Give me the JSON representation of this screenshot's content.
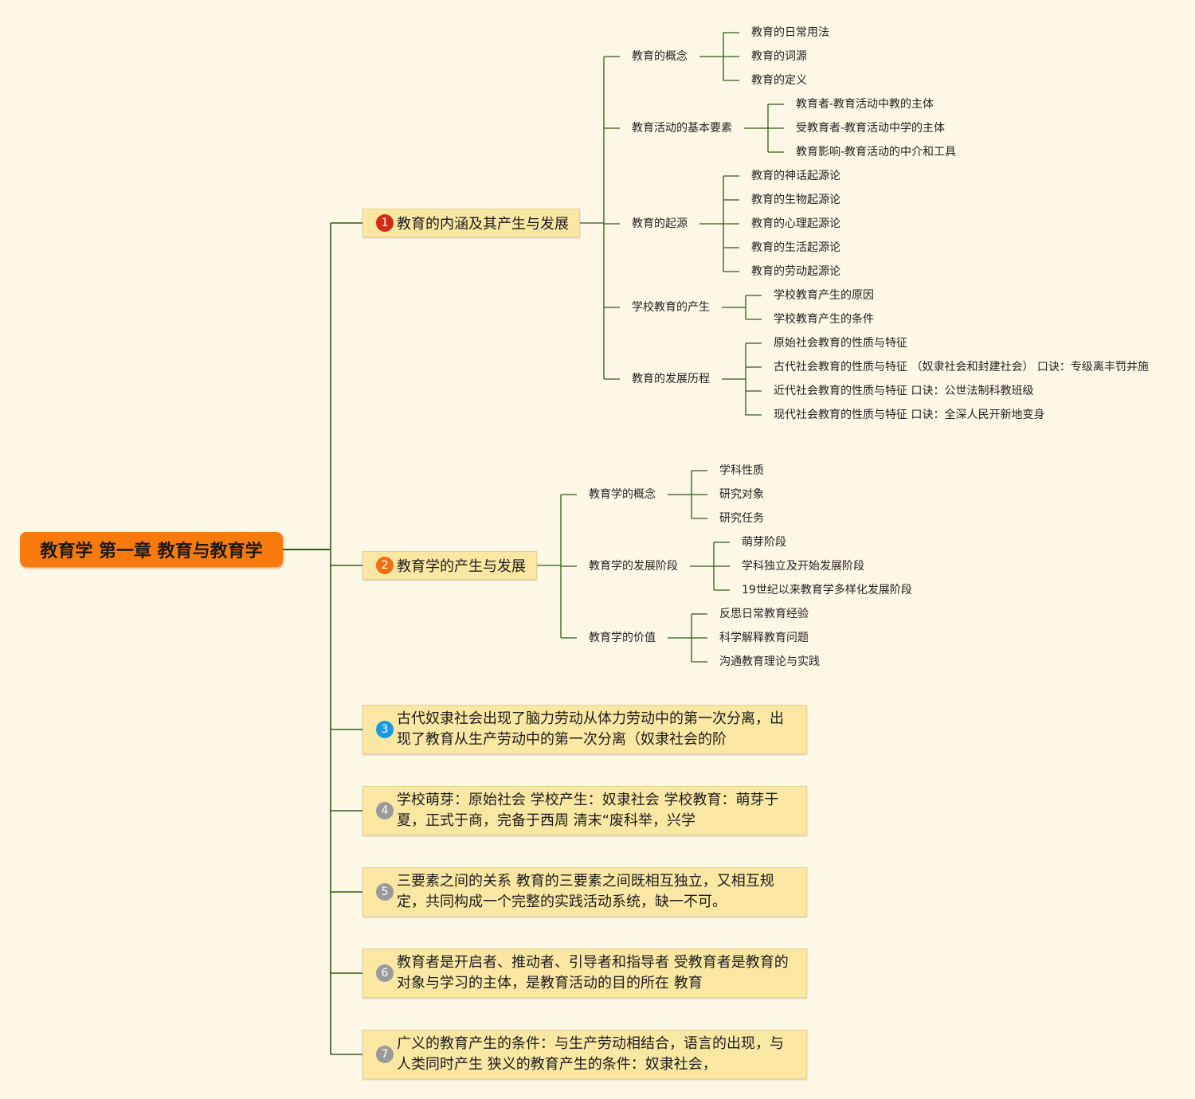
{
  "root": {
    "label": "教育学 第一章 教育与教育学"
  },
  "badge_colors": {
    "1": "#d42a16",
    "2": "#ef6f12",
    "3": "#1a9be0",
    "4": "#9a9a9a",
    "5": "#9a9a9a",
    "6": "#9a9a9a",
    "7": "#9a9a9a"
  },
  "line_color": "#2e5c12",
  "branches": [
    {
      "num": "1",
      "label": "教育的内涵及其产生与发展",
      "children": [
        {
          "label": "教育的概念",
          "children": [
            "教育的日常用法",
            "教育的词源",
            "教育的定义"
          ]
        },
        {
          "label": "教育活动的基本要素",
          "children": [
            "教育者-教育活动中教的主体",
            "受教育者-教育活动中学的主体",
            "教育影响-教育活动的中介和工具"
          ]
        },
        {
          "label": "教育的起源",
          "children": [
            "教育的神话起源论",
            "教育的生物起源论",
            "教育的心理起源论",
            "教育的生活起源论",
            "教育的劳动起源论"
          ]
        },
        {
          "label": "学校教育的产生",
          "children": [
            "学校教育产生的原因",
            "学校教育产生的条件"
          ]
        },
        {
          "label": "教育的发展历程",
          "children": [
            "原始社会教育的性质与特征",
            "古代社会教育的性质与特征 （奴隶社会和封建社会） 口诀：专级离丰罚井施",
            "近代社会教育的性质与特征 口诀：公世法制科教班级",
            "现代社会教育的性质与特征 口诀：全深人民开新地变身"
          ]
        }
      ]
    },
    {
      "num": "2",
      "label": "教育学的产生与发展",
      "children": [
        {
          "label": "教育学的概念",
          "children": [
            "学科性质",
            "研究对象",
            "研究任务"
          ]
        },
        {
          "label": "教育学的发展阶段",
          "children": [
            "萌芽阶段",
            "学科独立及开始发展阶段",
            "19世纪以来教育学多样化发展阶段"
          ]
        },
        {
          "label": "教育学的价值",
          "children": [
            "反思日常教育经验",
            "科学解释教育问题",
            "沟通教育理论与实践"
          ]
        }
      ]
    },
    {
      "num": "3",
      "label": "古代奴隶社会出现了脑力劳动从体力劳动中的第一次分离，出现了教育从生产劳动中的第一次分离（奴隶社会的阶"
    },
    {
      "num": "4",
      "label": "学校萌芽：原始社会 学校产生：奴隶社会 学校教育：萌芽于夏，正式于商，完备于西周 清末“废科举，兴学"
    },
    {
      "num": "5",
      "label": "三要素之间的关系 教育的三要素之间既相互独立，又相互规定，共同构成一个完整的实践活动系统，缺一不可。"
    },
    {
      "num": "6",
      "label": "教育者是开启者、推动者、引导者和指导者 受教育者是教育的对象与学习的主体，是教育活动的目的所在 教育"
    },
    {
      "num": "7",
      "label": "广义的教育产生的条件：与生产劳动相结合，语言的出现，与人类同时产生 狭义的教育产生的条件：奴隶社会，"
    }
  ]
}
